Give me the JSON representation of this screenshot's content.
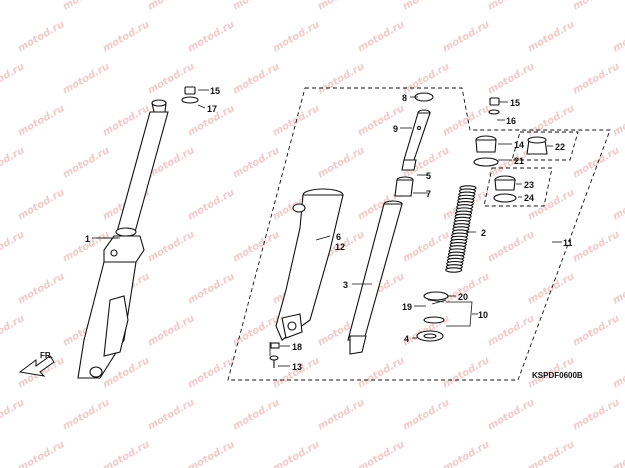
{
  "watermark": "motod.ru",
  "diagram_code": "KSPDF0600B",
  "direction_label": "FR.",
  "callouts": {
    "c1": "1",
    "c2": "2",
    "c3": "3",
    "c4": "4",
    "c5": "5",
    "c6": "6",
    "c7": "7",
    "c8": "8",
    "c9": "9",
    "c10": "10",
    "c11": "11",
    "c12": "12",
    "c13": "13",
    "c14": "14",
    "c15a": "15",
    "c15b": "15",
    "c16": "16",
    "c17": "17",
    "c18": "18",
    "c19": "19",
    "c20": "20",
    "c21": "21",
    "c22": "22",
    "c23": "23",
    "c24": "24"
  }
}
